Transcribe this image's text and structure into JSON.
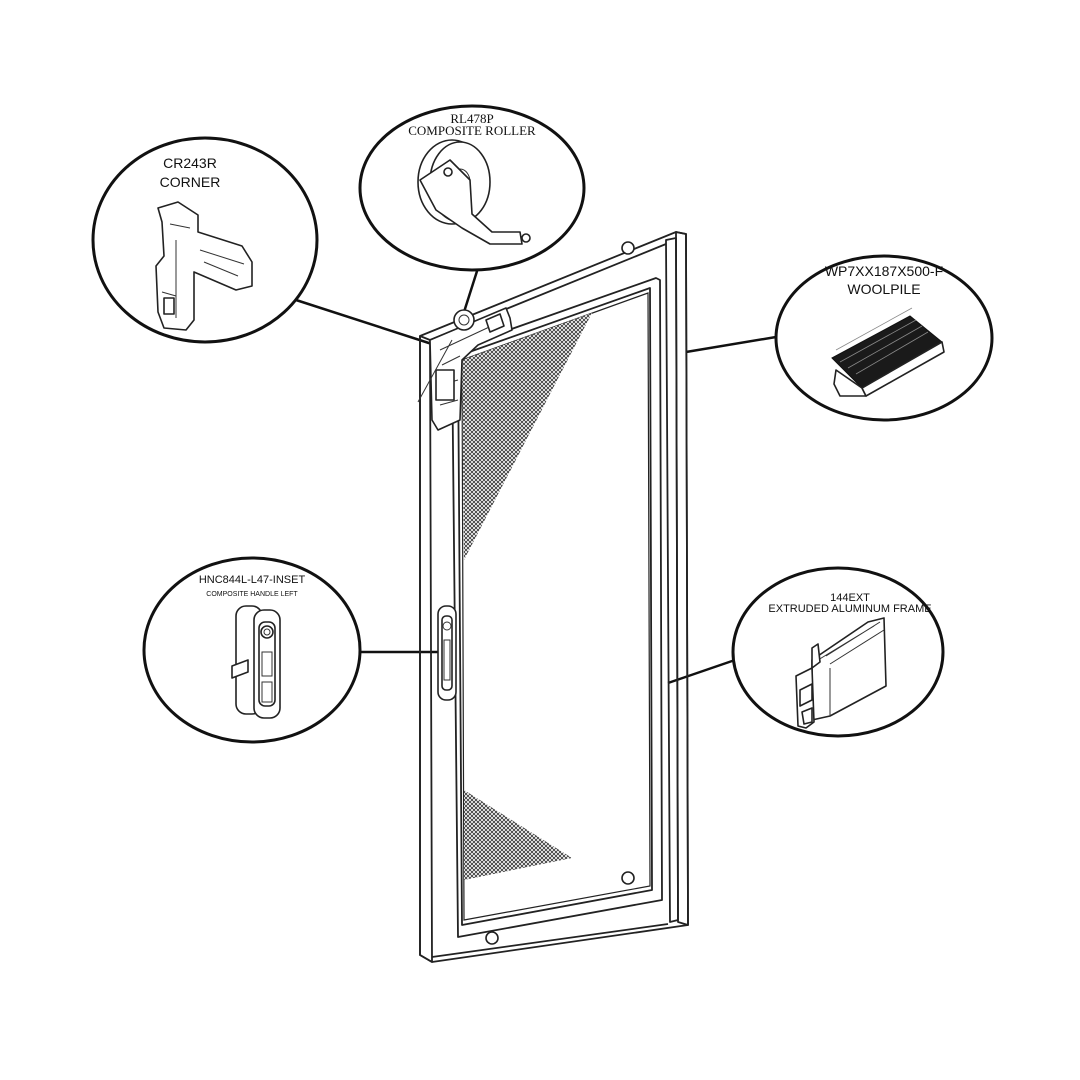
{
  "parts": {
    "roller": {
      "code": "RL478P",
      "name": "COMPOSITE ROLLER"
    },
    "corner": {
      "code": "CR243R",
      "name": "CORNER"
    },
    "woolpile": {
      "code": "WP7XX187X500-F",
      "name": "WOOLPILE"
    },
    "handle": {
      "code": "HNC844L-L47-INSET",
      "name": "COMPOSITE HANDLE LEFT"
    },
    "frame": {
      "code": "144EXT",
      "name": "EXTRUDED ALUMINUM FRAME"
    }
  },
  "colors": {
    "line": "#111111",
    "mesh": "#333333",
    "background": "#ffffff"
  }
}
